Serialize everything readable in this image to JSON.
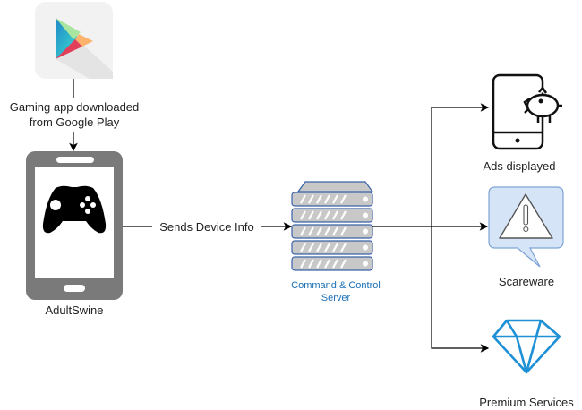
{
  "nodes": {
    "google_play": {
      "icon": "google-play-icon"
    },
    "download_label": {
      "line1": "Gaming app downloaded",
      "line2": "from Google Play"
    },
    "phone": {
      "label": "AdultSwine",
      "icon": "gamepad-icon"
    },
    "edge_label": "Sends Device Info",
    "server": {
      "line1": "Command & Control",
      "line2": "Server",
      "color": "#1a6fb5"
    },
    "ads": {
      "label": "Ads displayed",
      "icon": "phone-pig-icon"
    },
    "scareware": {
      "label": "Scareware",
      "icon": "warning-bubble-icon"
    },
    "premium": {
      "label": "Premium Services",
      "icon": "diamond-icon",
      "color": "#1e90d6"
    }
  }
}
